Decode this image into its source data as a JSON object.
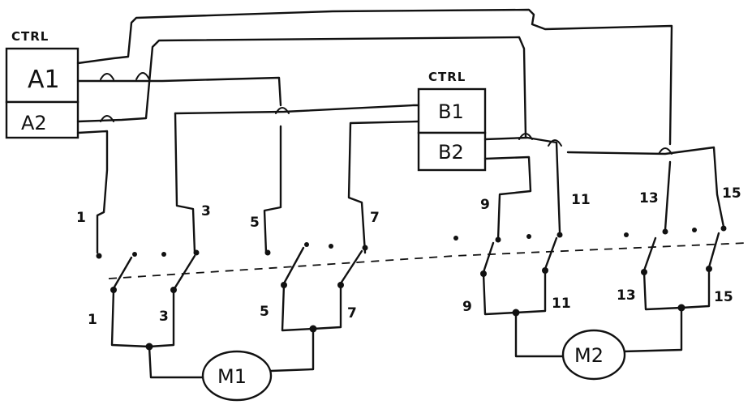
{
  "controllers": [
    {
      "id": "ctrl-a",
      "heading": "CTRL",
      "outputs": [
        "A1",
        "A2"
      ]
    },
    {
      "id": "ctrl-b",
      "heading": "CTRL",
      "outputs": [
        "B1",
        "B2"
      ]
    }
  ],
  "top_terminals": [
    "1",
    "3",
    "5",
    "7",
    "9",
    "11",
    "13",
    "15"
  ],
  "bottom_terminals": [
    "1",
    "3",
    "5",
    "7",
    "9",
    "11",
    "13",
    "15"
  ],
  "motors": [
    "M1",
    "M2"
  ]
}
